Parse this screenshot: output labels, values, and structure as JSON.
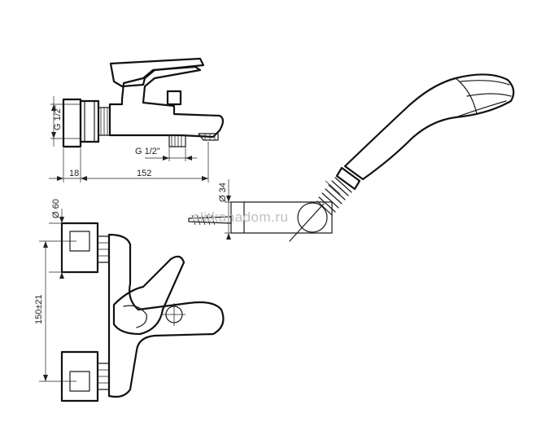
{
  "dimensions": {
    "thread_vertical": "G 1/2\"",
    "thread_bottom": "G 1/2\"",
    "depth_wall": "18",
    "length_spout": "152",
    "hose_diameter": "Ø 34",
    "flange_diameter": "Ø 60",
    "center_distance": "150±21"
  },
  "watermark": "elitkanadom.ru"
}
